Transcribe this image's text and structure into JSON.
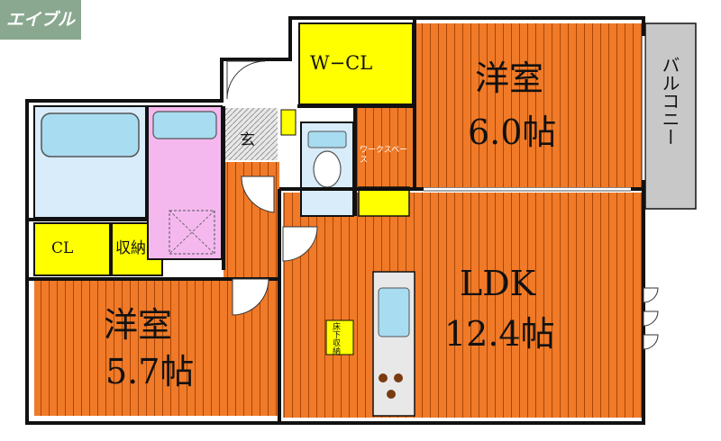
{
  "logo": {
    "text": "エイブル"
  },
  "rooms": {
    "western_right": {
      "name": "洋室",
      "size": "6.0帖"
    },
    "western_left": {
      "name": "洋室",
      "size": "5.7帖"
    },
    "ldk": {
      "name": "LDK",
      "size": "12.4帖"
    },
    "wcl": {
      "name": "W−CL"
    },
    "cl": {
      "name": "CL"
    },
    "storage": {
      "name": "収納"
    },
    "entrance": {
      "name": "玄"
    },
    "workspace": {
      "name": "ワークスペース"
    },
    "underfloor": {
      "name": "床下収納"
    },
    "balcony": {
      "name": "バルコニー"
    }
  },
  "colors": {
    "floor_orange": "#f07a28",
    "closet_yellow": "#ffff00",
    "bath_blue": "#d8ecfa",
    "washroom_pink": "#f4b8ee",
    "balcony_gray": "#c8c8c8",
    "wall": "#111111"
  }
}
